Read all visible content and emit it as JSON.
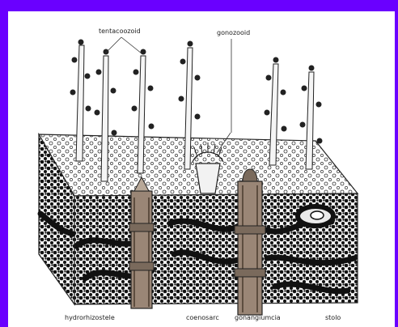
{
  "diagram": {
    "labels": {
      "hydranth_group": "tentacoozoid",
      "gonozooid": "gonozooid",
      "hydrorhiza": "hydrorhizostele",
      "coenosarc": "coenosarc",
      "gonotheca": "gonangiumcia",
      "stolon": "stolo"
    }
  },
  "colors": {
    "frame": "#6a00ff",
    "paper": "#ffffff",
    "ink": "#1a1a1a",
    "stalk": "#9a8676"
  }
}
